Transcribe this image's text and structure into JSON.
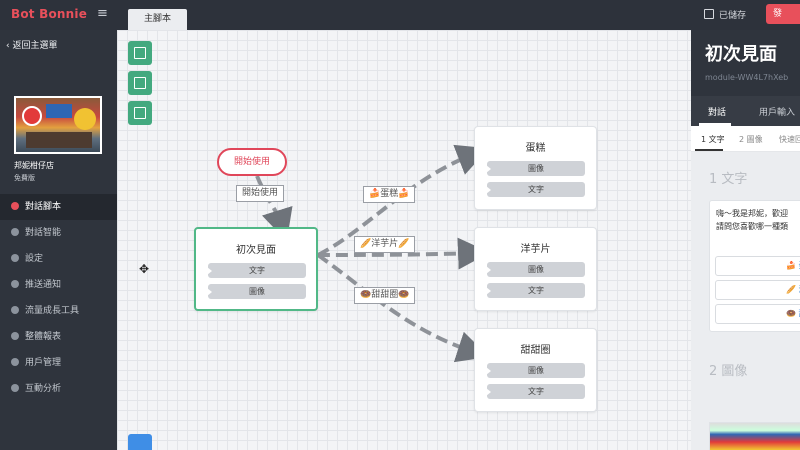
{
  "app": {
    "logo": "Bot Bonnie",
    "menu_icon": "hamburger-icon"
  },
  "toolbar": {
    "script_tab": "主腳本",
    "saved_label": "已儲存",
    "publish_label": "發"
  },
  "sidebar": {
    "back_label": "返回主選單",
    "shop_name": "邦妮柑仔店",
    "plan": "免費版",
    "items": [
      {
        "label": "對話腳本",
        "icon": "chat-icon",
        "active": true
      },
      {
        "label": "對話智能",
        "icon": "brain-icon"
      },
      {
        "label": "設定",
        "icon": "gear-icon"
      },
      {
        "label": "推送通知",
        "icon": "megaphone-icon"
      },
      {
        "label": "流量成長工具",
        "icon": "chart-icon"
      },
      {
        "label": "整體報表",
        "icon": "report-icon"
      },
      {
        "label": "用戶管理",
        "icon": "users-icon"
      },
      {
        "label": "互動分析",
        "icon": "analytics-icon"
      }
    ]
  },
  "canvas": {
    "start_label": "開始使用",
    "start_edge_label": "開始使用",
    "edge_labels": [
      "🍰蛋糕🍰",
      "🥖洋芋片🥖",
      "🍩甜甜圈🍩"
    ],
    "nodes": [
      {
        "title": "初次見面",
        "chips": [
          "文字",
          "圖像"
        ]
      },
      {
        "title": "蛋糕",
        "chips": [
          "圖像",
          "文字"
        ]
      },
      {
        "title": "洋芋片",
        "chips": [
          "圖像",
          "文字"
        ]
      },
      {
        "title": "甜甜圈",
        "chips": [
          "圖像",
          "文字"
        ]
      }
    ]
  },
  "panel": {
    "title": "初次見面",
    "module_id": "module-WW4L7hXeb",
    "tabs": [
      "對話",
      "用戶輸入"
    ],
    "subtabs": [
      "1 文字",
      "2 圖像",
      "快速回"
    ],
    "section1": "1 文字",
    "message": "嗨～我是邦妮，歡迎\n請問您喜歡哪一種類",
    "buttons": [
      "🍰 蛋",
      "🥖 洋",
      "🍩 甜"
    ],
    "section2": "2 圖像"
  },
  "colors": {
    "accent": "#e8505b",
    "green": "#43a97f",
    "selected_border": "#51b887",
    "blue": "#3f8ee6"
  }
}
